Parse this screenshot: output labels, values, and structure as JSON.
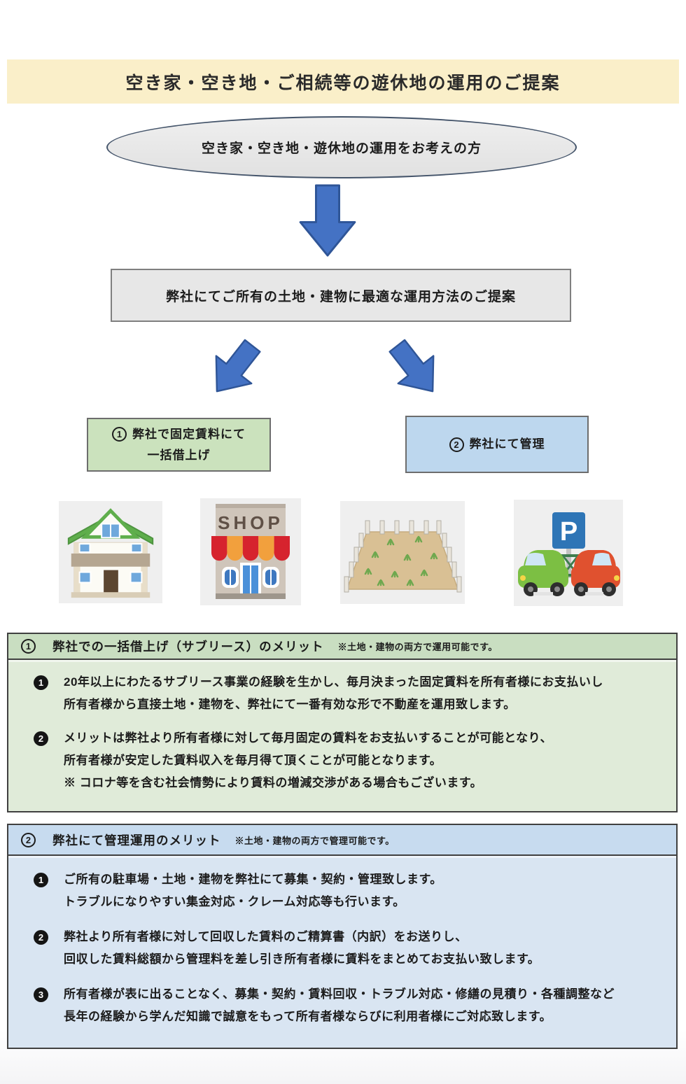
{
  "title_banner": {
    "text": "空き家・空き地・ご相続等の遊休地の運用のご提案"
  },
  "flow": {
    "start": "空き家・空き地・遊休地の運用をお考えの方",
    "proposal": "弊社にてご所有の土地・建物に最適な運用方法のご提案",
    "option1": {
      "num": "1",
      "line1": "弊社で固定賃料にて",
      "line2": "一括借上げ"
    },
    "option2": {
      "num": "2",
      "label": "弊社にて管理"
    }
  },
  "illustrations": {
    "house": "house-illustration",
    "shop": "shop-illustration",
    "shop_sign": "SHOP",
    "land": "vacant-land-illustration",
    "parking": "parking-lot-illustration",
    "parking_sign": "P"
  },
  "green_section": {
    "num": "1",
    "title": "弊社での一括借上げ（サブリース）のメリット",
    "note": "※土地・建物の両方で運用可能です。",
    "items": [
      {
        "num": "1",
        "lines": [
          "20年以上にわたるサブリース事業の経験を生かし、毎月決まった固定賃料を所有者様にお支払いし",
          "所有者様から直接土地・建物を、弊社にて一番有効な形で不動産を運用致します。"
        ]
      },
      {
        "num": "2",
        "lines": [
          "メリットは弊社より所有者様に対して毎月固定の賃料をお支払いすることが可能となり、",
          "所有者様が安定した賃料収入を毎月得て頂くことが可能となります。",
          "※ コロナ等を含む社会情勢により賃料の増減交渉がある場合もございます。"
        ]
      }
    ]
  },
  "blue_section": {
    "num": "2",
    "title": "弊社にて管理運用のメリット",
    "note": "※土地・建物の両方で管理可能です。",
    "items": [
      {
        "num": "1",
        "lines": [
          "ご所有の駐車場・土地・建物を弊社にて募集・契約・管理致します。",
          "トラブルになりやすい集金対応・クレーム対応等も行います。"
        ]
      },
      {
        "num": "2",
        "lines": [
          "弊社より所有者様に対して回収した賃料のご精算書（内訳）をお送りし、",
          "回収した賃料総額から管理料を差し引き所有者様に賃料をまとめてお支払い致します。"
        ]
      },
      {
        "num": "3",
        "lines": [
          "所有者様が表に出ることなく、募集・契約・賃料回収・トラブル対応・修繕の見積り・各種調整など",
          "長年の経験から学んだ知識で誠意をもって所有者様ならびに利用者様にご対応致します。"
        ]
      }
    ]
  },
  "colors": {
    "banner_bg": "#FAEFC9",
    "arrow_blue": "#4472C4",
    "arrow_border": "#2F5597",
    "ellipse_bg": "#E8E8E8",
    "proposal_box_bg": "#E7E7E7",
    "option1_bg": "#CBE2BD",
    "option2_bg": "#BDD7EE",
    "green_header_bg": "#C9DEC1",
    "green_body_bg": "#E0EBD9",
    "blue_header_bg": "#C7DBEF",
    "blue_body_bg": "#D9E5F2"
  }
}
